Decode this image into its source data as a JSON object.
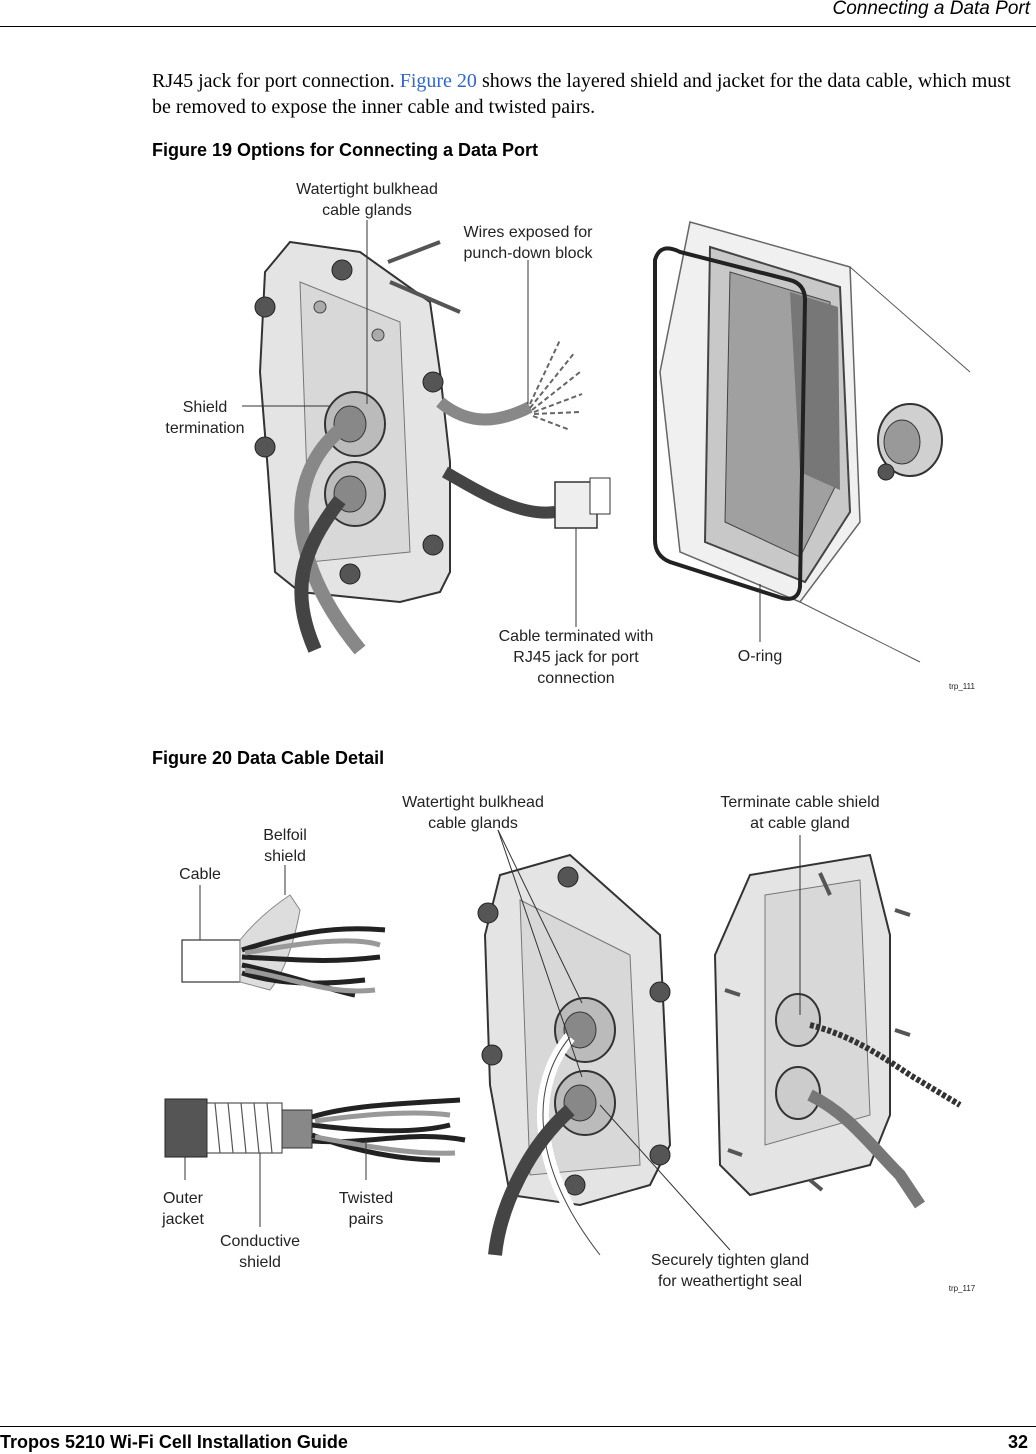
{
  "header": {
    "title": "Connecting a Data Port"
  },
  "body": {
    "text_before": "RJ45 jack for port connection. ",
    "xref": "Figure 20",
    "text_after": " shows the layered shield and jacket for the data cable, which must be removed to expose the inner cable and twisted pairs."
  },
  "figure19": {
    "caption": "Figure 19  Options for Connecting a Data Port",
    "labels": {
      "glands_1": "Watertight bulkhead",
      "glands_2": "cable glands",
      "wires_1": "Wires exposed for",
      "wires_2": "punch-down block",
      "shield_1": "Shield",
      "shield_2": "termination",
      "rj45_1": "Cable terminated with",
      "rj45_2": "RJ45 jack for port",
      "rj45_3": "connection",
      "oring": "O-ring",
      "code": "trp_111"
    }
  },
  "figure20": {
    "caption": "Figure 20  Data Cable Detail",
    "labels": {
      "glands_1": "Watertight bulkhead",
      "glands_2": "cable glands",
      "terminate_1": "Terminate cable shield",
      "terminate_2": "at cable gland",
      "belfoil_1": "Belfoil",
      "belfoil_2": "shield",
      "cable": "Cable",
      "outer_1": "Outer",
      "outer_2": "jacket",
      "twisted_1": "Twisted",
      "twisted_2": "pairs",
      "conductive_1": "Conductive",
      "conductive_2": "shield",
      "secure_1": "Securely tighten gland",
      "secure_2": "for weathertight seal",
      "code": "trp_117"
    }
  },
  "footer": {
    "title": "Tropos 5210 Wi-Fi Cell Installation Guide",
    "page": "32"
  }
}
